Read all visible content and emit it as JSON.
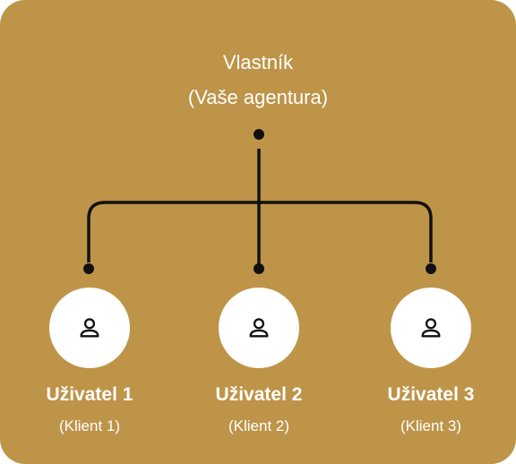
{
  "colors": {
    "background": "#BE9449",
    "text": "#FFFFFF",
    "line": "#111111",
    "node": "#FFFFFF"
  },
  "owner": {
    "title": "Vlastník",
    "subtitle": "(Vaše agentura)"
  },
  "users": [
    {
      "title": "Uživatel 1",
      "subtitle": "(Klient 1)",
      "icon": "user-icon"
    },
    {
      "title": "Uživatel 2",
      "subtitle": "(Klient 2)",
      "icon": "user-icon"
    },
    {
      "title": "Uživatel 3",
      "subtitle": "(Klient 3)",
      "icon": "user-icon"
    }
  ]
}
